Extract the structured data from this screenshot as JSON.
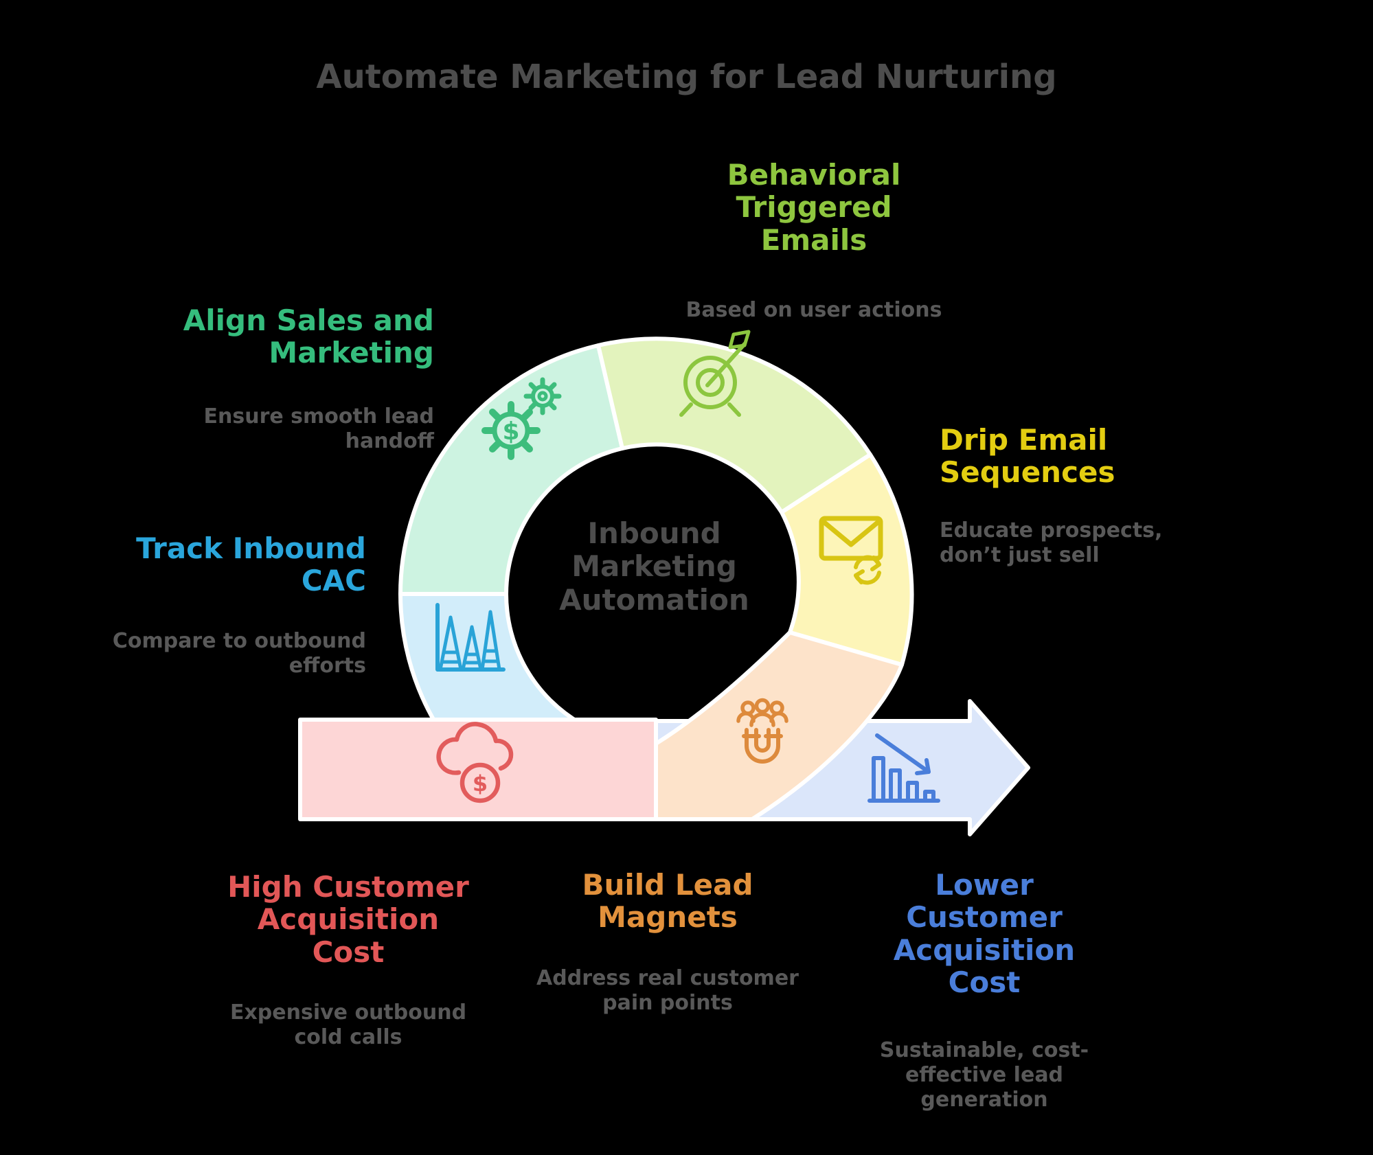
{
  "theme": {
    "bg": "#000000",
    "outline": "#ffffff",
    "title_text": "#4d4d4d",
    "gray_text": "#595959",
    "mint_fill": "#cdf3e1",
    "mint_stroke": "#3dbd7c",
    "green_text": "#35bd7d",
    "lime_fill": "#e3f3bd",
    "lime_stroke": "#8cc63f",
    "lime_text": "#8ec63f",
    "yellow_fill": "#fdf5b8",
    "yellow_stroke": "#d8c513",
    "yellow_text": "#e3cd11",
    "orange_fill": "#fde3ca",
    "orange_stroke": "#dd8a3c",
    "orange_text": "#e2913c",
    "pink_fill": "#fdd6d6",
    "pink_stroke": "#e25c5c",
    "red_text": "#e25757",
    "cyan_fill": "#d2edfa",
    "cyan_stroke": "#29a3d7",
    "cyan_text": "#2aa6dc",
    "peri_fill": "#dbe6fa",
    "peri_stroke": "#4a7eda",
    "blue_text": "#4a7eda"
  },
  "title": "Automate Marketing for Lead Nurturing",
  "center": "Inbound\nMarketing\nAutomation",
  "labels": {
    "behavioral": {
      "heading": "Behavioral\nTriggered\nEmails",
      "subtitle": "Based on user actions"
    },
    "align": {
      "heading": "Align Sales and\nMarketing",
      "subtitle": "Ensure smooth lead\nhandoff"
    },
    "drip": {
      "heading": "Drip Email\nSequences",
      "subtitle": "Educate prospects,\ndon’t just sell"
    },
    "track": {
      "heading": "Track Inbound\nCAC",
      "subtitle": "Compare to outbound\nefforts"
    },
    "high": {
      "heading": "High Customer\nAcquisition\nCost",
      "subtitle": "Expensive outbound\ncold calls"
    },
    "build": {
      "heading": "Build Lead\nMagnets",
      "subtitle": "Address real customer\npain points"
    },
    "lower": {
      "heading": "Lower\nCustomer\nAcquisition\nCost",
      "subtitle": "Sustainable, cost-\neffective lead\ngeneration"
    }
  },
  "icons": {
    "gears": "two gears with dollar sign",
    "target": "dartboard with arrow",
    "email_cycle": "envelope with refresh arrows",
    "magnet_people": "magnet attracting people",
    "cloud_dollar": "cloud with dollar coin",
    "peak_chart": "triangular peak chart",
    "declining_bars": "declining bar chart with down arrow"
  },
  "currency_glyph": "$"
}
